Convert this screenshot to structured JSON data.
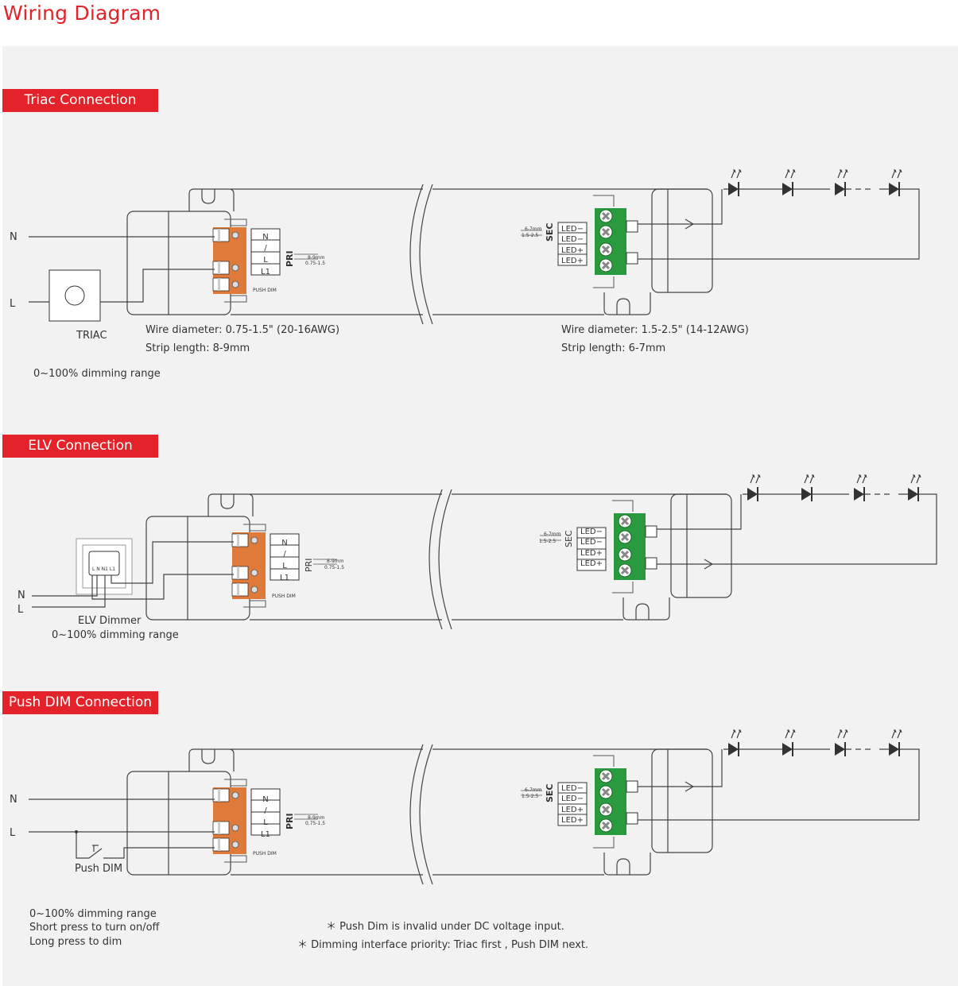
{
  "title": "Wiring Diagram",
  "sections": [
    {
      "header": "Triac Connection",
      "input_labels": {
        "n": "N",
        "l": "L"
      },
      "device_label": "TRIAC",
      "dimming_range": "0~100% dimming range",
      "pri_wire": {
        "diameter": "Wire diameter: 0.75-1.5\" (20-16AWG)",
        "strip": "Strip length: 8-9mm"
      },
      "sec_wire": {
        "diameter": "Wire diameter: 1.5-2.5\" (14-12AWG)",
        "strip": "Strip length: 6-7mm"
      }
    },
    {
      "header": "ELV Connection",
      "input_labels": {
        "n": "N",
        "l": "L"
      },
      "device_label": "ELV Dimmer",
      "dimmer_terminals": "L  N  N1  L1",
      "dimming_range": "0~100% dimming range"
    },
    {
      "header": "Push DIM Connection",
      "input_labels": {
        "n": "N",
        "l": "L"
      },
      "device_label": "Push DIM",
      "notes": [
        "0~100% dimming range",
        "Short press to turn on/off",
        "Long press to dim"
      ],
      "footnotes": [
        "＊ Push Dim is invalid under DC voltage input.",
        "＊ Dimming interface priority: Triac first , Push DIM next."
      ]
    }
  ],
  "terminal_labels": {
    "pri": [
      "N",
      "/",
      "L",
      "L1"
    ],
    "sec": [
      "LED−",
      "LED−",
      "LED+",
      "LED+"
    ],
    "pri_tag": "PRI",
    "sec_tag": "SEC",
    "push_dim_small": "PUSH DIM",
    "pri_strip_small": "8-9mm",
    "pri_gauge_small": "0.75-1.5",
    "sec_strip_small": "6-7mm",
    "sec_gauge_small": "1.5-2.5"
  },
  "colors": {
    "accent": "#e32329",
    "pri_terminal": "#e07a3a",
    "sec_terminal": "#2a9a3e",
    "panel": "#f2f2f2"
  },
  "icons": [
    "led-diode-icon",
    "screw-terminal-icon",
    "push-lever-terminal-icon",
    "switch-icon"
  ]
}
